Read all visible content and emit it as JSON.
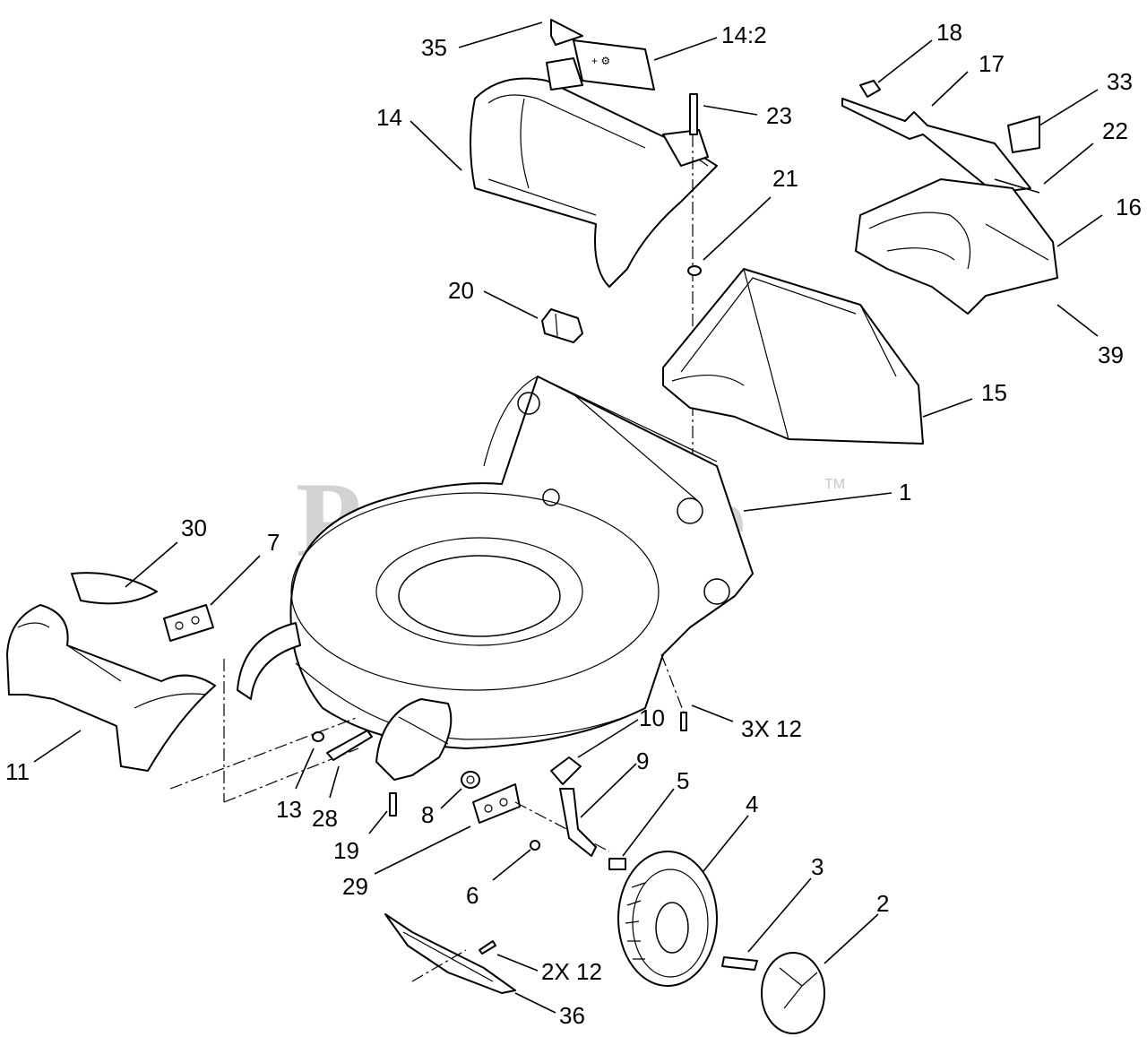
{
  "watermark": {
    "text": "PartsTree",
    "trademark": "TM"
  },
  "callouts": {
    "c35": "35",
    "c14_2": "14:2",
    "c14": "14",
    "c23": "23",
    "c21": "21",
    "c20": "20",
    "c18": "18",
    "c17": "17",
    "c33": "33",
    "c22": "22",
    "c16": "16",
    "c39": "39",
    "c15": "15",
    "c1": "1",
    "c30": "30",
    "c7": "7",
    "c11": "11",
    "c13": "13",
    "c28": "28",
    "c19": "19",
    "c8": "8",
    "c10": "10",
    "c9": "9",
    "c5": "5",
    "c4": "4",
    "c3": "3",
    "c2": "2",
    "c29": "29",
    "c6": "6",
    "c36": "36",
    "c3x12": "3X 12",
    "c2x12": "2X 12"
  }
}
